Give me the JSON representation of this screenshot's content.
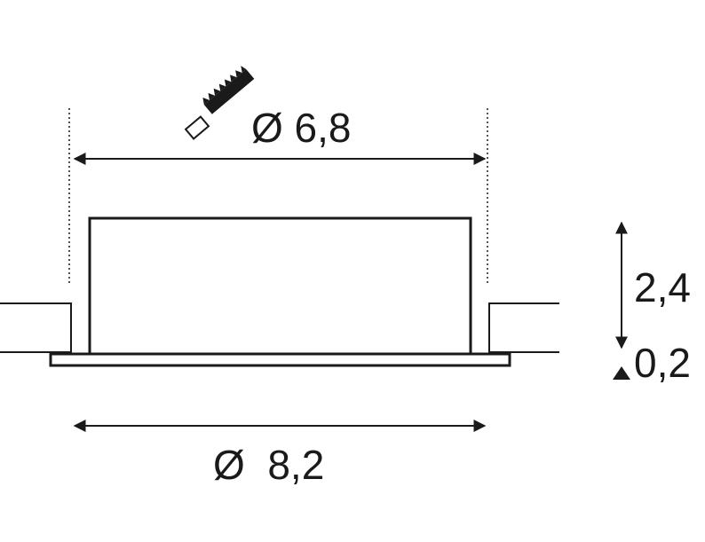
{
  "dimensions": {
    "cutout_diameter": "Ø 6,8",
    "outer_diameter": "Ø  8,2",
    "body_height": "2,4",
    "flange_height": "0,2"
  },
  "colors": {
    "line": "#1a1a1a",
    "background": "#ffffff"
  },
  "icons": {
    "cutout_tool": "saw-blade-icon"
  }
}
